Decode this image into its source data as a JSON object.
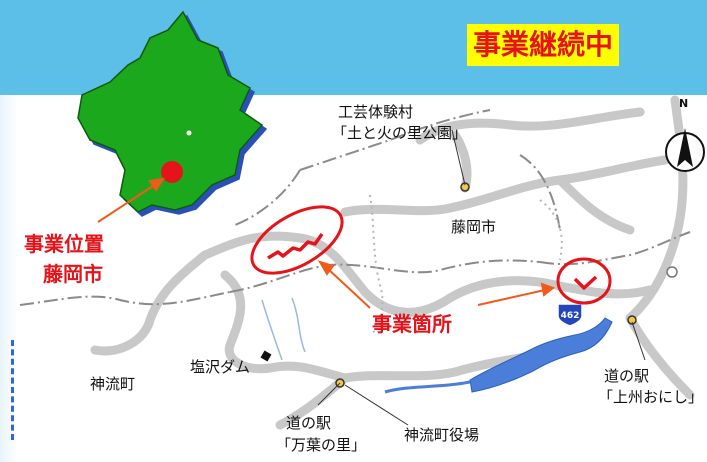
{
  "badge": {
    "text": "事業継続中"
  },
  "inset": {
    "title": "事業位置",
    "city": "藤岡市"
  },
  "project": {
    "label": "事業箇所"
  },
  "places": {
    "kogei": "工芸体験村",
    "kogei_park": "「土と火の里公園」",
    "fujioka": "藤岡市",
    "shiozawa_dam": "塩沢ダム",
    "kanna_town": "神流町",
    "michi_no_eki_1": "道の駅",
    "manyo": "「万葉の里」",
    "kanna_office": "神流町役場",
    "michi_no_eki_2": "道の駅",
    "joshu_onishi": "「上州おにし」"
  },
  "route": {
    "number": "462"
  },
  "compass": {
    "label": "N"
  },
  "colors": {
    "sky": "#5bbfe8",
    "region_green": "#1ea81e",
    "highlight_red": "#e5141b",
    "badge_yellow": "#ffff00",
    "reservoir_blue": "#4a7ed8",
    "road_gray": "#c8c8c8"
  }
}
